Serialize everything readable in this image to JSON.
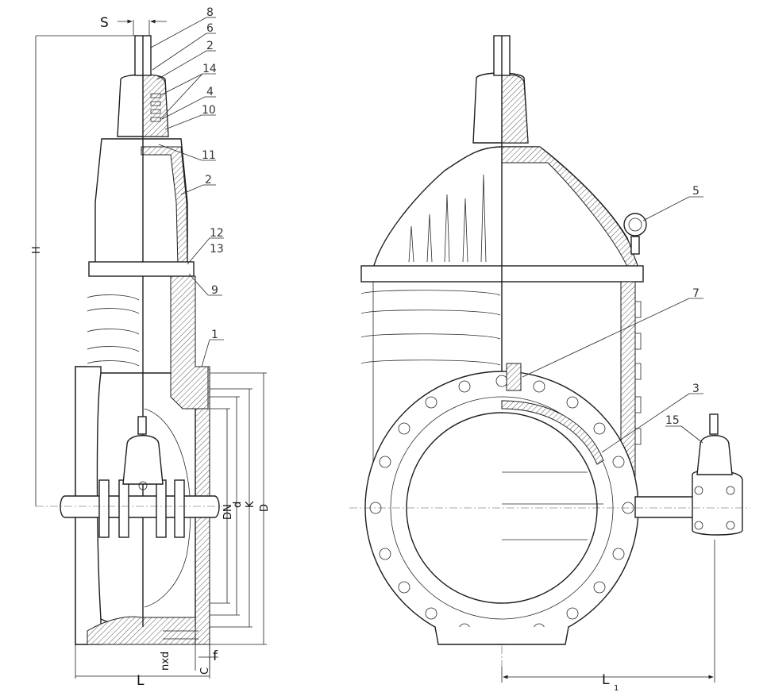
{
  "dimensions": {
    "S": "S",
    "H": "H",
    "L": "L",
    "L1": "L",
    "L1_sub": "1",
    "DN": "DN",
    "d": "d",
    "K": "K",
    "D": "D",
    "nxd": "nxd",
    "C": "C",
    "f": "f"
  },
  "part_numbers": {
    "p8": "8",
    "p6": "6",
    "p2a": "2",
    "p14": "14",
    "p4": "4",
    "p10": "10",
    "p11": "11",
    "p2b": "2",
    "p12": "12",
    "p13": "13",
    "p9": "9",
    "p1": "1",
    "p5": "5",
    "p7": "7",
    "p3": "3",
    "p15": "15"
  }
}
